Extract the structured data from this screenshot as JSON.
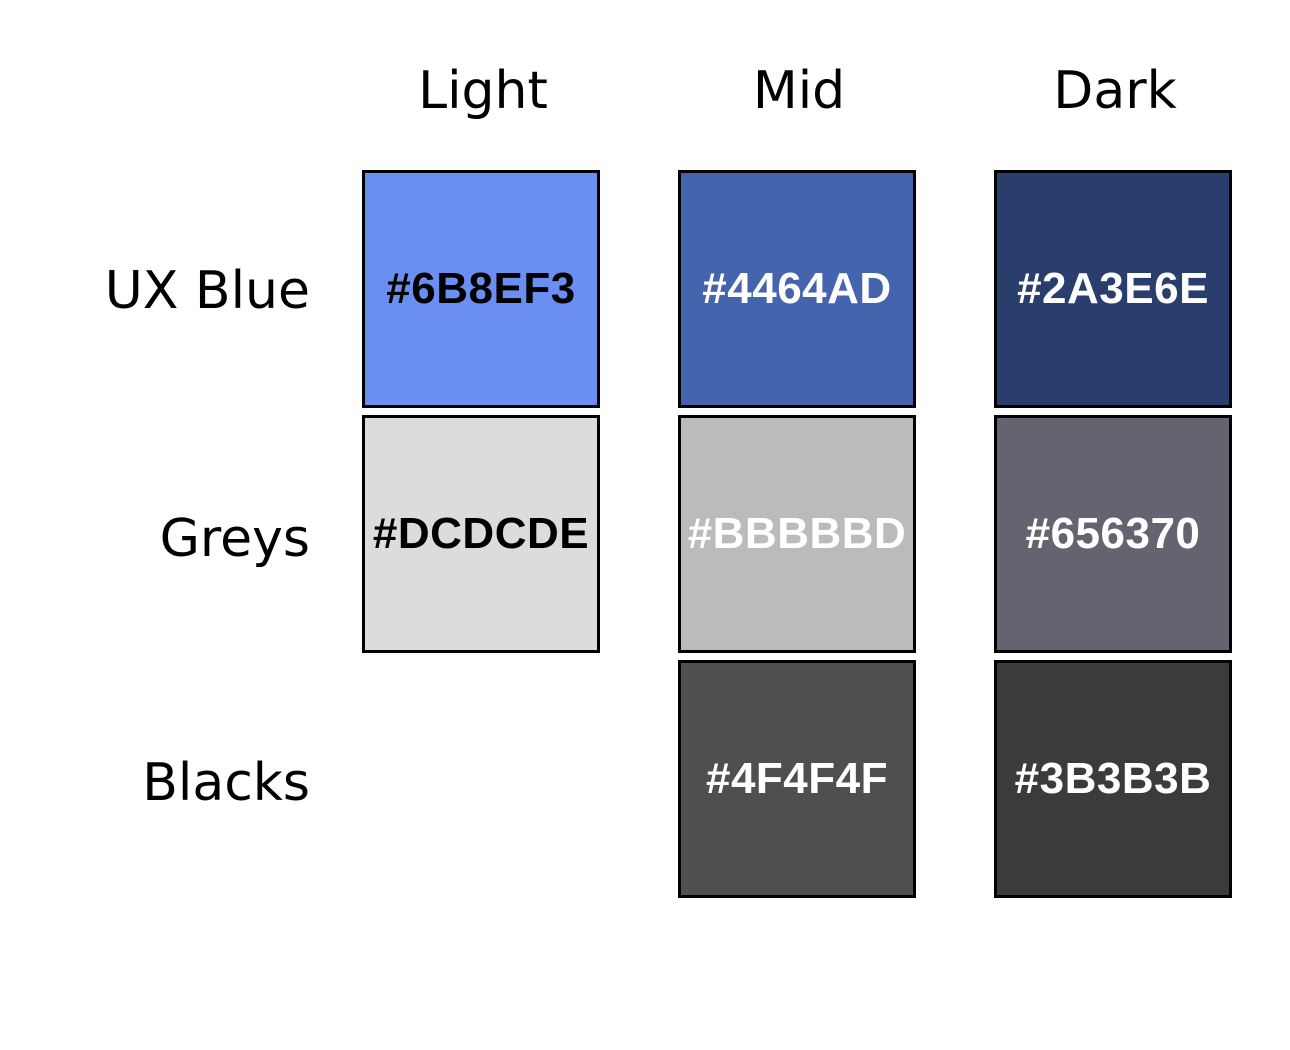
{
  "columns": [
    "Light",
    "Mid",
    "Dark"
  ],
  "rows": [
    "UX Blue",
    "Greys",
    "Blacks"
  ],
  "swatches": {
    "ux_blue_light": {
      "code": "#6B8EF3",
      "color": "#6B8EF3",
      "text_color": "#000000"
    },
    "ux_blue_mid": {
      "code": "#4464AD",
      "color": "#4464AD",
      "text_color": "#FFFFFF"
    },
    "ux_blue_dark": {
      "code": "#2A3E6E",
      "color": "#2A3E6E",
      "text_color": "#FFFFFF"
    },
    "greys_light": {
      "code": "#DCDCDE",
      "color": "#DCDCDE",
      "text_color": "#000000"
    },
    "greys_mid": {
      "code": "#BBBBBD",
      "color": "#BBBBBD",
      "text_color": "#FFFFFF"
    },
    "greys_dark": {
      "code": "#656370",
      "color": "#656370",
      "text_color": "#FFFFFF"
    },
    "blacks_mid": {
      "code": "#4F4F4F",
      "color": "#4F4F4F",
      "text_color": "#FFFFFF"
    },
    "blacks_dark": {
      "code": "#3B3B3B",
      "color": "#3B3B3B",
      "text_color": "#FFFFFF"
    }
  }
}
